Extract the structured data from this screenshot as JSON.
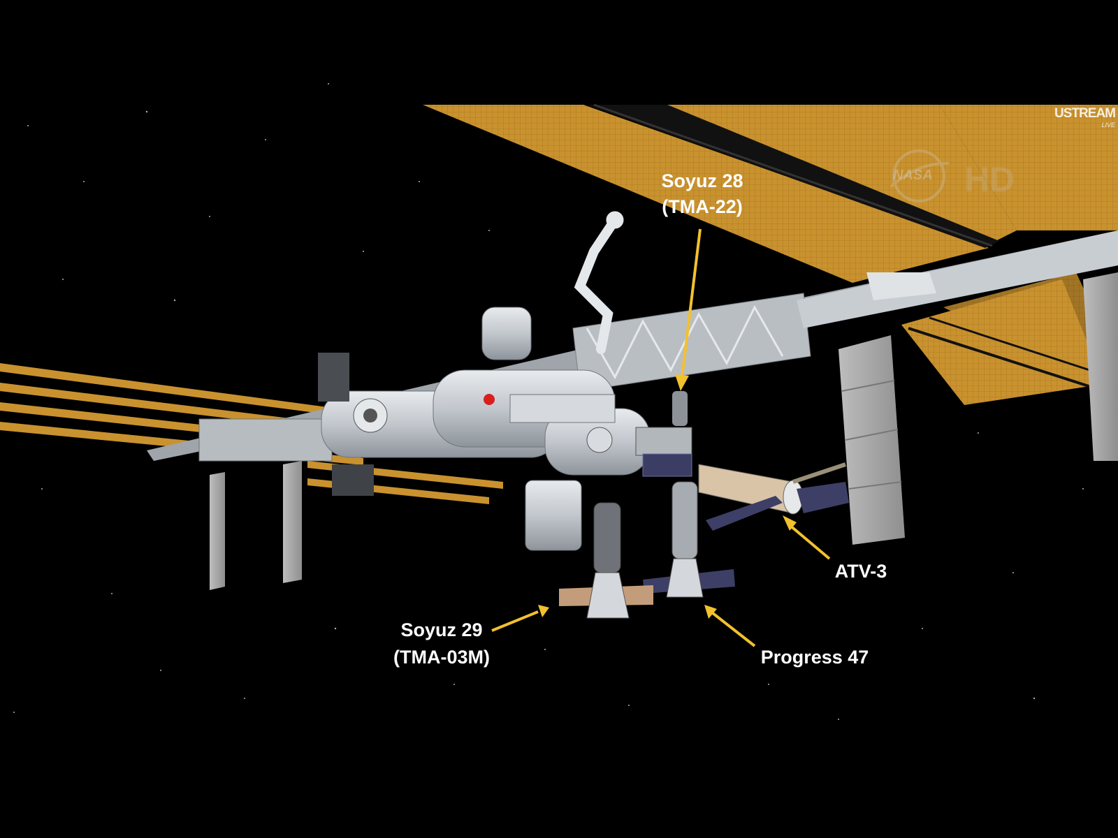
{
  "broadcast": {
    "ustream_label": "USTREAM",
    "ustream_live": "LIVE",
    "agency_logo_text": "NASA",
    "hd_badge": "HD"
  },
  "labels": {
    "soyuz28_line1": "Soyuz 28",
    "soyuz28_line2": "(TMA-22)",
    "atv3": "ATV-3",
    "soyuz29_line1": "Soyuz 29",
    "soyuz29_line2": "(TMA-03M)",
    "progress47": "Progress 47"
  },
  "colors": {
    "background": "#000000",
    "solar_array": "#c9922f",
    "solar_array_dark": "#8a5f18",
    "module": "#c8cdd3",
    "callout_arrow": "#f2c12e",
    "label_text": "#ffffff"
  }
}
